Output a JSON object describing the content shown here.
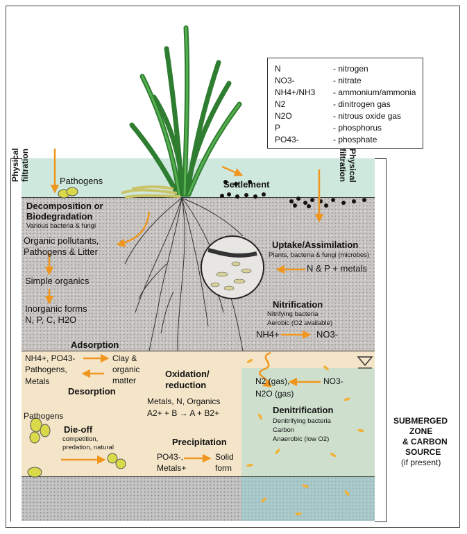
{
  "legend": {
    "rows": [
      {
        "sym": "N",
        "desc": "- nitrogen"
      },
      {
        "sym": "NO3-",
        "desc": "- nitrate"
      },
      {
        "sym": "NH4+/NH3",
        "desc": "- ammonium/ammonia"
      },
      {
        "sym": "N2",
        "desc": "- dinitrogen gas"
      },
      {
        "sym": "N2O",
        "desc": "- nitrous oxide gas"
      },
      {
        "sym": "P",
        "desc": "- phosphorus"
      },
      {
        "sym": "PO43-",
        "desc": "- phosphate"
      }
    ]
  },
  "labels": {
    "physical_filtration_left": "Physical filtration",
    "physical_filtration_right": "Physical filtration",
    "pathogens_top": "Pathogens",
    "settlement": "Settlement",
    "decomposition": "Decomposition or",
    "biodegradation": "Biodegradation",
    "bacteria_fungi": "Various bacteria & fungi",
    "organic_pollutants": "Organic pollutants,",
    "pathogens_litter": "Pathogens & Litter",
    "simple_organics": "Simple organics",
    "inorganic_forms": "Inorganic forms",
    "inorganic_list": "N, P, C, H2O",
    "uptake": "Uptake/Assimilation",
    "uptake_sub": "Plants, bacteria & fungi (microbes)",
    "uptake_items": "N & P + metals",
    "nitrification": "Nitrification",
    "nitrifying": "Nitrifying bacteria",
    "aerobic": "Aerobic (O2 available)",
    "nh4": "NH4+",
    "no3": "NO3-",
    "adsorption": "Adsorption",
    "ads_items1": "NH4+, PO43-",
    "ads_items2": "Pathogens,",
    "ads_items3": "Metals",
    "clay1": "Clay &",
    "clay2": "organic",
    "clay3": "matter",
    "desorption": "Desorption",
    "oxidation1": "Oxidation/",
    "oxidation2": "reduction",
    "ox_items": "Metals, N, Organics",
    "ox_eq": "A2+ + B → A + B2+",
    "n2gas": "N2 (gas),",
    "n2ogas": "N2O (gas)",
    "no3_denit": "NO3-",
    "denitrification": "Denitrification",
    "denit_bacteria": "Denitrifying bacteria",
    "carbon": "Carbon",
    "anaerobic": "Anaerobic (low O2)",
    "pathogens_mid": "Pathogens",
    "dieoff": "Die-off",
    "dieoff_sub1": "competition,",
    "dieoff_sub2": "predation, natural",
    "precipitation": "Precipitation",
    "po4": "PO43-,",
    "metals_plus": "Metals+",
    "solid1": "Solid",
    "solid2": "form",
    "submerged1": "SUBMERGED",
    "submerged2": "ZONE",
    "submerged3": "& CARBON",
    "submerged4": "SOURCE",
    "submerged5": "(if present)"
  },
  "colors": {
    "arrow": "#f0961e",
    "water": "#cfe8dd",
    "sand": "#f4e5c8",
    "gravel": "#c9c6c4",
    "plant": "#3c8f3a"
  }
}
